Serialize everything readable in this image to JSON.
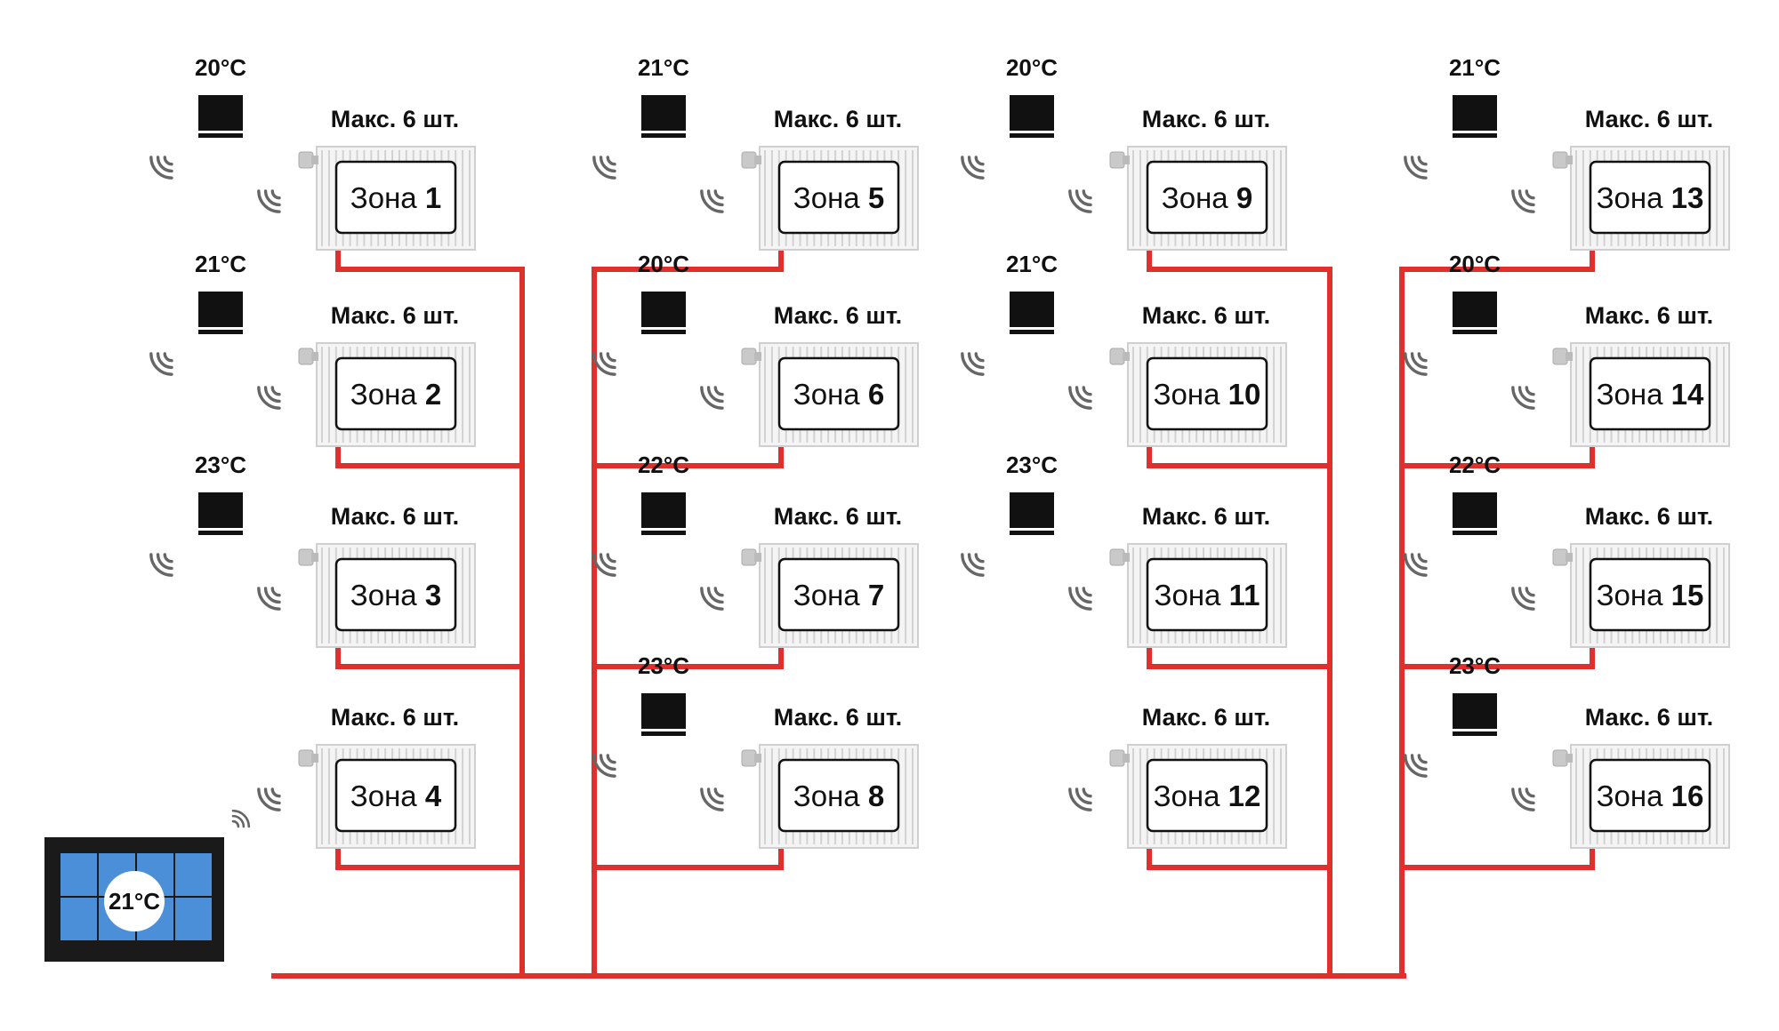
{
  "zone_word": "Зона",
  "max_label": "Макс. 6 шт.",
  "controller": {
    "display_temp": "21°C"
  },
  "zones": [
    {
      "number": "1",
      "temp": "20°C"
    },
    {
      "number": "2",
      "temp": "21°C"
    },
    {
      "number": "3",
      "temp": "23°C"
    },
    {
      "number": "4",
      "temp": ""
    },
    {
      "number": "5",
      "temp": "21°C"
    },
    {
      "number": "6",
      "temp": "20°C"
    },
    {
      "number": "7",
      "temp": "22°C"
    },
    {
      "number": "8",
      "temp": "23°C"
    },
    {
      "number": "9",
      "temp": "20°C"
    },
    {
      "number": "10",
      "temp": "21°C"
    },
    {
      "number": "11",
      "temp": "23°C"
    },
    {
      "number": "12",
      "temp": ""
    },
    {
      "number": "13",
      "temp": "21°C"
    },
    {
      "number": "14",
      "temp": "20°C"
    },
    {
      "number": "15",
      "temp": "22°C"
    },
    {
      "number": "16",
      "temp": "23°C"
    }
  ],
  "colors": {
    "pipe": "#e0302c",
    "thermostat": "#111111",
    "panel_frame": "#1a1a1a",
    "panel_tiles": "#4a8fd8"
  }
}
